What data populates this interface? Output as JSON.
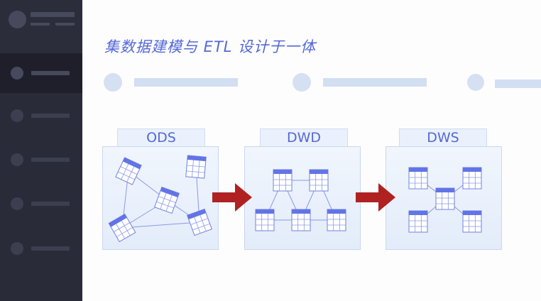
{
  "title": "集数据建模与 ETL 设计于一体",
  "layers": [
    {
      "label": "ODS"
    },
    {
      "label": "DWD"
    },
    {
      "label": "DWS"
    }
  ],
  "colors": {
    "accent": "#5468d8",
    "table_header": "#6274e6",
    "arrow": "#b02222",
    "sidebar": "#2a2b38"
  }
}
